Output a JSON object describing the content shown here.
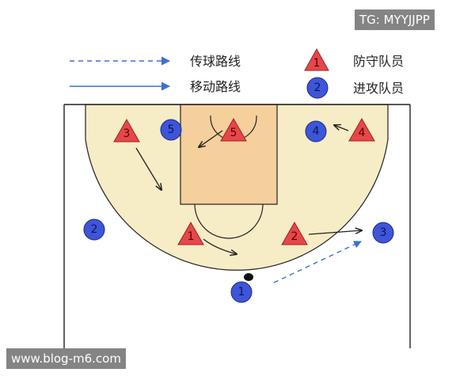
{
  "legend": {
    "pass_label": "传球路线",
    "move_label": "移动路线",
    "defender_label": "防守队员",
    "defender_sample": "1",
    "attacker_label": "进攻队员",
    "attacker_sample": "2"
  },
  "players": {
    "defenders": [
      "3",
      "5",
      "4",
      "1",
      "2"
    ],
    "attackers": [
      "5",
      "4",
      "2",
      "3",
      "1"
    ]
  },
  "watermarks": {
    "top": "TG: MYYJJPP",
    "bottom": "www.blog-m6.com"
  },
  "colors": {
    "court_fill": "#f6ecc6",
    "lane_fill": "#f5cf9c",
    "line": "#222222",
    "pass_arrow": "#3d6fd6",
    "move_arrow": "#3d6fd6",
    "defender_fill": "#e6474a",
    "attacker_fill": "#3f55d8"
  }
}
